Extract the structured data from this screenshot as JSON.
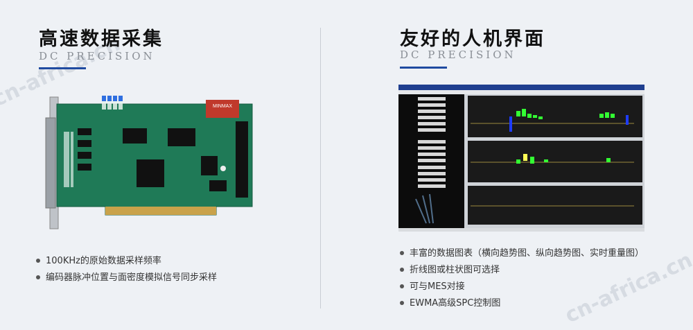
{
  "left": {
    "title": "高速数据采集",
    "subtitle": "DC PRECISION",
    "bullets": [
      "100KHz的原始数据采样频率",
      "编码器脉冲位置与面密度模拟信号同步采样"
    ]
  },
  "right": {
    "title": "友好的人机界面",
    "subtitle": "DC PRECISION",
    "bullets": [
      "丰富的数据图表（横向趋势图、纵向趋势图、实时重量图）",
      "折线图或柱状图可选择",
      "可与MES对接",
      "EWMA高级SPC控制图"
    ]
  },
  "pcb_label": "MINMAX",
  "watermark": "cn-africa.cn",
  "colors": {
    "accent": "#1f4aa0",
    "pcb_green": "#1f7a57",
    "chart_bg": "#1a1a1a",
    "bar_green": "#33ff33",
    "bar_blue": "#1e3cff"
  }
}
